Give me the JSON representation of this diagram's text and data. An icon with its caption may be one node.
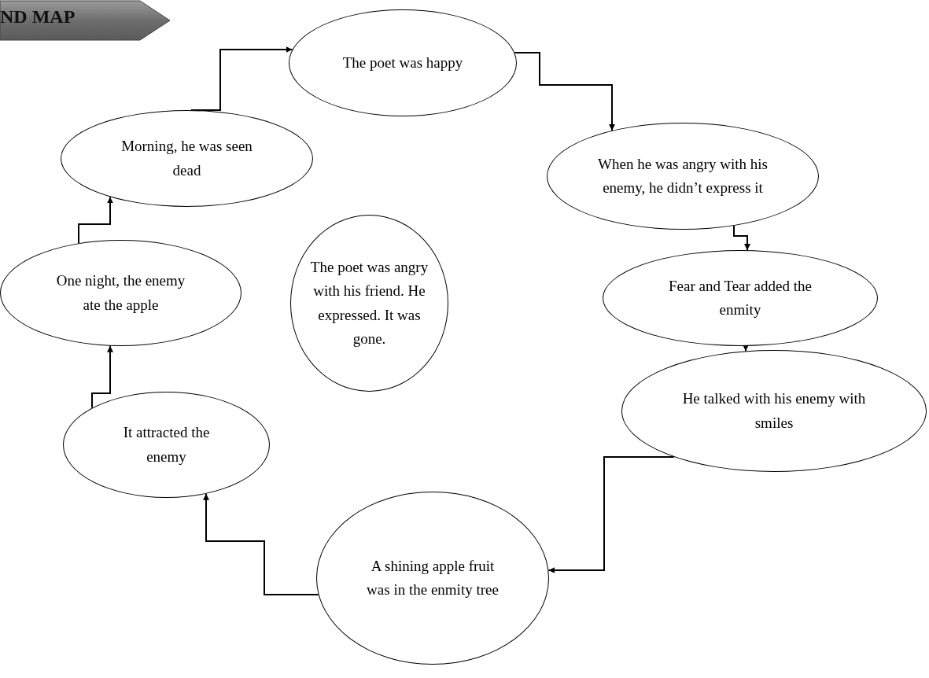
{
  "diagram": {
    "title": "ND MAP",
    "nodes": [
      {
        "text": [
          "The poet was happy"
        ]
      },
      {
        "text": [
          "When he was angry with his enemy, he didn’t express it"
        ]
      },
      {
        "text": [
          "Morning, he was seen dead"
        ]
      },
      {
        "text": [
          "The poet was angry with his friend. He expressed. It was gone."
        ]
      },
      {
        "text": [
          "One night, the enemy ate the apple"
        ]
      },
      {
        "text": [
          "Fear and Tear added the enmity"
        ]
      },
      {
        "text": [
          "He talked with his enemy with smiles"
        ]
      },
      {
        "text": [
          "It attracted the enemy"
        ]
      },
      {
        "text": [
          "A shining apple fruit was in the enmity tree"
        ]
      }
    ],
    "edges": [
      {
        "from": 2,
        "to": 0,
        "arrow": "to"
      },
      {
        "from": 0,
        "to": 1,
        "arrow": "to"
      },
      {
        "from": 1,
        "to": 5,
        "arrow": "to"
      },
      {
        "from": 5,
        "to": 6,
        "arrow": "to"
      },
      {
        "from": 6,
        "to": 8,
        "arrow": "to"
      },
      {
        "from": 8,
        "to": 7,
        "arrow": "to"
      },
      {
        "from": 7,
        "to": 4,
        "arrow": "to"
      },
      {
        "from": 4,
        "to": 2,
        "arrow": "to"
      }
    ]
  }
}
